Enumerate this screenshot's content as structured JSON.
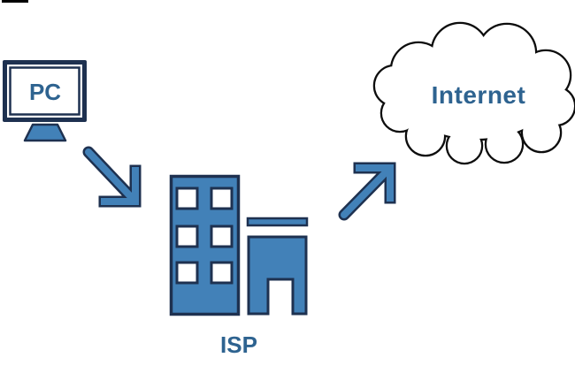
{
  "diagram": {
    "type": "network-flow",
    "nodes": [
      {
        "id": "pc",
        "label": "PC",
        "icon": "monitor-icon"
      },
      {
        "id": "isp",
        "label": "ISP",
        "icon": "office-building-icon"
      },
      {
        "id": "internet",
        "label": "Internet",
        "icon": "cloud-icon"
      }
    ],
    "connections": [
      {
        "from": "pc",
        "to": "isp",
        "icon": "arrow-down-right-icon"
      },
      {
        "from": "isp",
        "to": "internet",
        "icon": "arrow-up-right-icon"
      }
    ],
    "colors": {
      "icon_fill": "#4281B8",
      "icon_outline": "#1E3150",
      "label_text": "#2E6390",
      "cloud_outline": "#0D0D0D",
      "background": "#FFFFFF"
    }
  }
}
